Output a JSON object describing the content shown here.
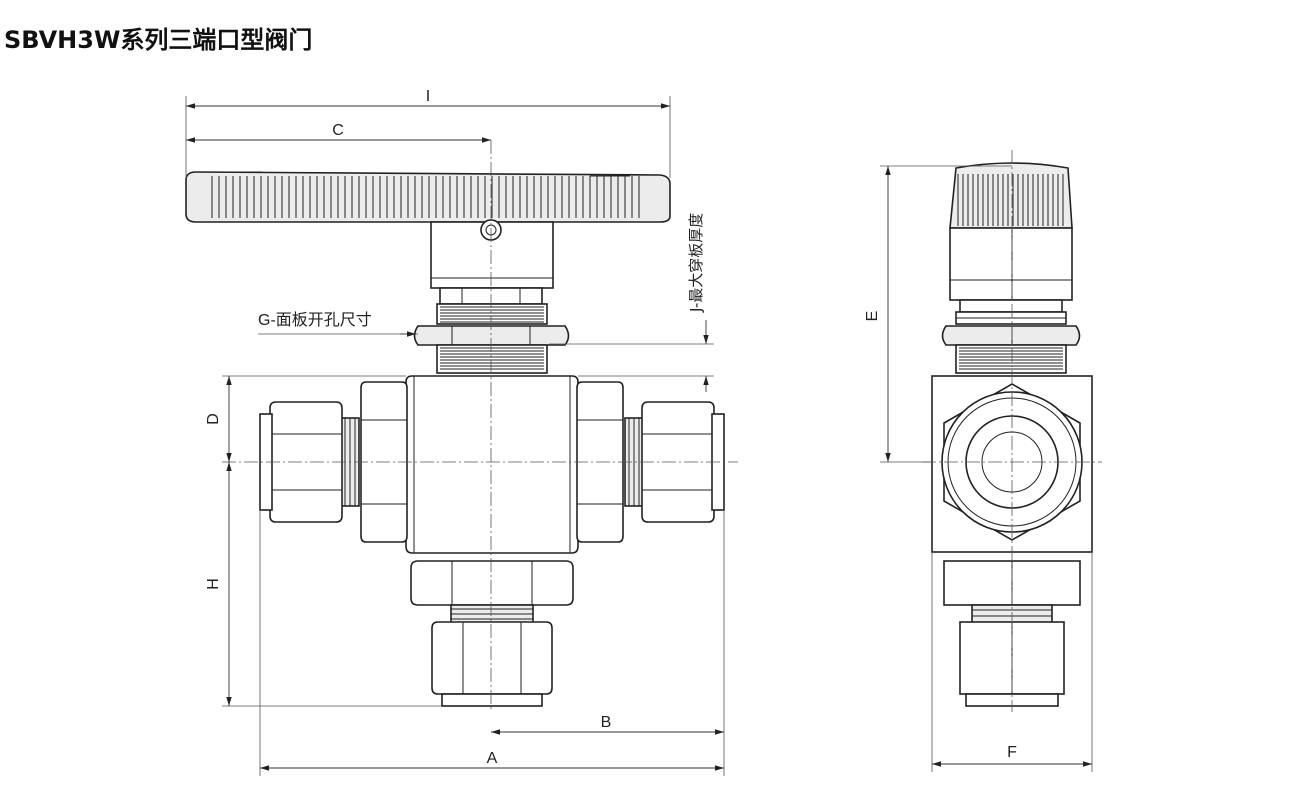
{
  "title": "SBVH3W系列三端口型阀门",
  "labels": {
    "I": "I",
    "C": "C",
    "J": "J-最大穿板厚度",
    "G": "G-面板开孔尺寸",
    "D": "D",
    "H": "H",
    "B": "B",
    "A": "A",
    "E": "E",
    "F": "F"
  },
  "icons": {
    "handle": "valve-handle-icon",
    "arrow": "dimension-arrow-icon"
  },
  "colors": {
    "line": "#222222",
    "fill": "#ffffff",
    "shade": "#ececec"
  }
}
